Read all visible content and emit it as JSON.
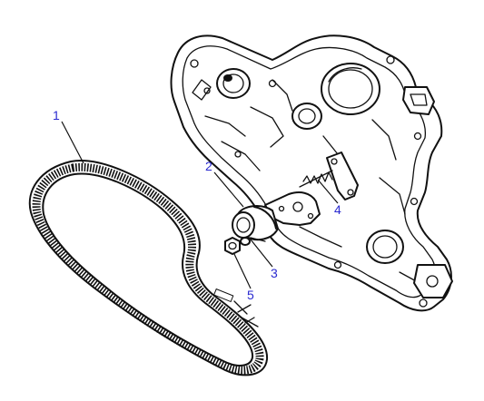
{
  "callouts": [
    {
      "id": "1",
      "label": "1"
    },
    {
      "id": "2",
      "label": "2"
    },
    {
      "id": "3",
      "label": "3"
    },
    {
      "id": "4",
      "label": "4"
    },
    {
      "id": "5",
      "label": "5"
    }
  ],
  "colors": {
    "callout": "#2a2ad0",
    "ink": "#111111",
    "background": "#ffffff"
  }
}
